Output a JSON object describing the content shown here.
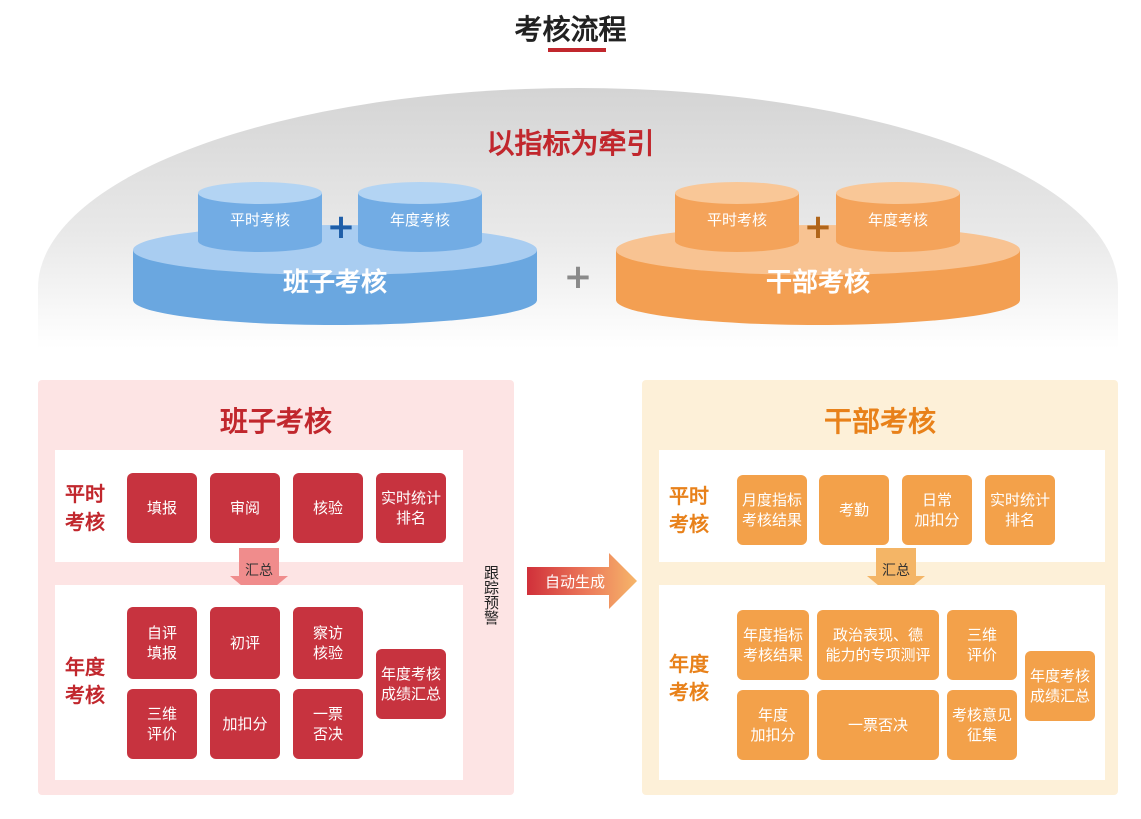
{
  "title": "考核流程",
  "top": {
    "headline": "以指标为牵引",
    "team": {
      "platform": "班子考核",
      "cyl_left": "平时考核",
      "cyl_right": "年度考核",
      "plus": "+"
    },
    "cadre": {
      "platform": "干部考核",
      "cyl_left": "平时考核",
      "cyl_right": "年度考核",
      "plus": "+"
    },
    "middle_plus": "+"
  },
  "team_panel": {
    "title": "班子考核",
    "regular": {
      "label_line1": "平时",
      "label_line2": "考核",
      "items": [
        "填报",
        "审阅",
        "核验"
      ],
      "ranking_line1": "实时统计",
      "ranking_line2": "排名"
    },
    "summary_arrow": "汇总",
    "annual": {
      "label_line1": "年度",
      "label_line2": "考核",
      "self_eval_1": "自评",
      "self_eval_2": "填报",
      "initial_eval": "初评",
      "visit_1": "察访",
      "visit_2": "核验",
      "three_d_1": "三维",
      "three_d_2": "评价",
      "bonus": "加扣分",
      "veto_1": "一票",
      "veto_2": "否决",
      "summary_1": "年度考核",
      "summary_2": "成绩汇总"
    }
  },
  "tracking": "跟踪预警",
  "auto_generate": "自动生成",
  "cadre_panel": {
    "title": "干部考核",
    "regular": {
      "label_line1": "平时",
      "label_line2": "考核",
      "monthly_1": "月度指标",
      "monthly_2": "考核结果",
      "attendance": "考勤",
      "daily_1": "日常",
      "daily_2": "加扣分",
      "ranking_1": "实时统计",
      "ranking_2": "排名"
    },
    "summary_arrow": "汇总",
    "annual": {
      "label_line1": "年度",
      "label_line2": "考核",
      "yearly_1": "年度指标",
      "yearly_2": "考核结果",
      "political_1": "政治表现、德",
      "political_2": "能力的专项测评",
      "three_d_1": "三维",
      "three_d_2": "评价",
      "bonus_1": "年度",
      "bonus_2": "加扣分",
      "veto": "一票否决",
      "opinion_1": "考核意见",
      "opinion_2": "征集",
      "summary_1": "年度考核",
      "summary_2": "成绩汇总"
    }
  },
  "colors": {
    "accent_red": "#c1272d",
    "box_red": "#c7333f",
    "box_orange": "#f3a14a",
    "platform_blue": "#6aa7e0",
    "platform_orange": "#f39f52",
    "panel_pink": "#fde4e4",
    "panel_cream": "#fdf0d8"
  }
}
